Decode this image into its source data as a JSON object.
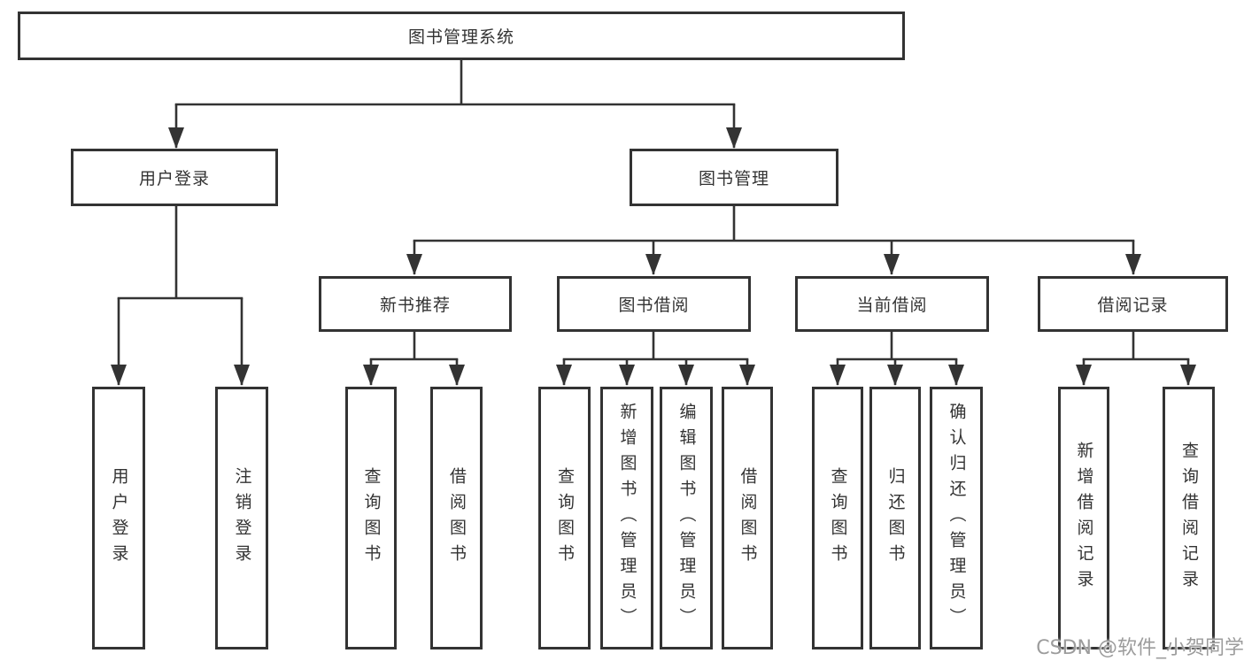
{
  "diagram_title": "图书管理系统",
  "nodes": {
    "root": {
      "label": "图书管理系统"
    },
    "level2": [
      {
        "label": "用户登录"
      },
      {
        "label": "图书管理"
      }
    ],
    "level3": [
      {
        "label": "新书推荐"
      },
      {
        "label": "图书借阅"
      },
      {
        "label": "当前借阅"
      },
      {
        "label": "借阅记录"
      }
    ],
    "leaves": {
      "user_login": [
        {
          "label": "用户登录"
        },
        {
          "label": "注销登录"
        }
      ],
      "new_book_recommendation": [
        {
          "label": "查询图书"
        },
        {
          "label": "借阅图书"
        }
      ],
      "book_borrowing": [
        {
          "label": "查询图书"
        },
        {
          "label": "新增图书（管理员）"
        },
        {
          "label": "编辑图书（管理员）"
        },
        {
          "label": "借阅图书"
        }
      ],
      "current_borrowing": [
        {
          "label": "查询图书"
        },
        {
          "label": "归还图书"
        },
        {
          "label": "确认归还（管理员）"
        }
      ],
      "borrowing_records": [
        {
          "label": "新增借阅记录"
        },
        {
          "label": "查询借阅记录"
        }
      ]
    }
  },
  "watermark": {
    "text": "CSDN @软件_小贺同学"
  },
  "colors": {
    "line": "#333333",
    "box_border": "#333333",
    "text": "#333333",
    "watermark": "#9c9c9c",
    "background": "#ffffff"
  }
}
